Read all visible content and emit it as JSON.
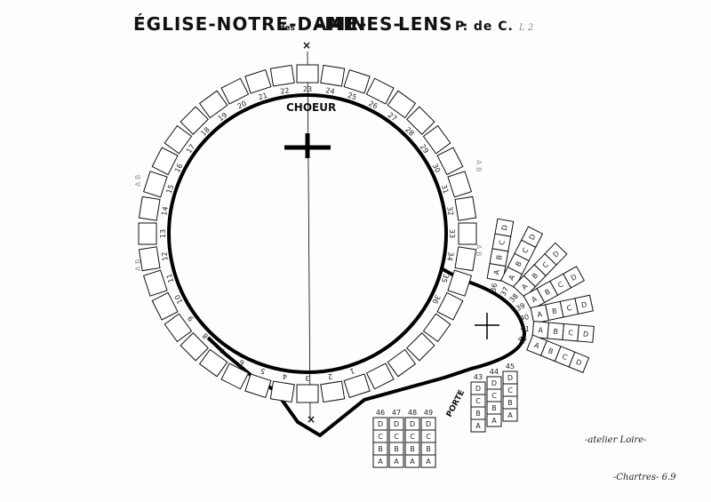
{
  "titles": {
    "church": "ÉGLISE-NOTRE-DAME-",
    "church_des": "des",
    "church_mines": "-MINES-",
    "town": "LENS -",
    "department": "P. de C.",
    "sheet_ref": "L 2"
  },
  "labels": {
    "choeur": "CHOEUR",
    "porte": "PORTE"
  },
  "marks": {
    "axis": "×",
    "ab": "A B"
  },
  "credits": {
    "atelier": "-atelier Loire-",
    "city": "-Chartres- 6.9"
  },
  "ring_panel_numbers": [
    "1",
    "2",
    "3",
    "4",
    "5",
    "6",
    "7",
    "8",
    "9",
    "10",
    "11",
    "12",
    "13",
    "14",
    "15",
    "16",
    "17",
    "18",
    "19",
    "20",
    "21",
    "22",
    "23",
    "24",
    "25",
    "26",
    "27",
    "28",
    "29",
    "30",
    "31",
    "32",
    "33",
    "34",
    "35",
    "36"
  ],
  "fan_panels": [
    {
      "number": "36",
      "letters": [
        "D",
        "C",
        "B",
        "A"
      ]
    },
    {
      "number": "37",
      "letters": [
        "D",
        "C",
        "B",
        "A"
      ]
    },
    {
      "number": "38",
      "letters": [
        "D",
        "C",
        "B",
        "A"
      ]
    },
    {
      "number": "39",
      "letters": [
        "D",
        "C",
        "B",
        "A"
      ]
    },
    {
      "number": "40",
      "letters": [
        "D",
        "C",
        "B",
        "A"
      ]
    },
    {
      "number": "41",
      "letters": [
        "D",
        "C",
        "B",
        "A"
      ]
    },
    {
      "number": "42",
      "letters": [
        "D",
        "C",
        "B",
        "A"
      ]
    }
  ],
  "grid_panels": [
    {
      "number": "43",
      "letters": [
        "D",
        "C",
        "B",
        "A"
      ]
    },
    {
      "number": "44",
      "letters": [
        "D",
        "C",
        "B",
        "A"
      ]
    },
    {
      "number": "45",
      "letters": [
        "D",
        "C",
        "B",
        "A"
      ]
    },
    {
      "number": "46",
      "letters": [
        "D",
        "C",
        "B",
        "A"
      ]
    },
    {
      "number": "47",
      "letters": [
        "D",
        "C",
        "B",
        "A"
      ]
    },
    {
      "number": "48",
      "letters": [
        "D",
        "C",
        "B",
        "A"
      ]
    },
    {
      "number": "49",
      "letters": [
        "D",
        "C",
        "B",
        "A"
      ]
    }
  ]
}
